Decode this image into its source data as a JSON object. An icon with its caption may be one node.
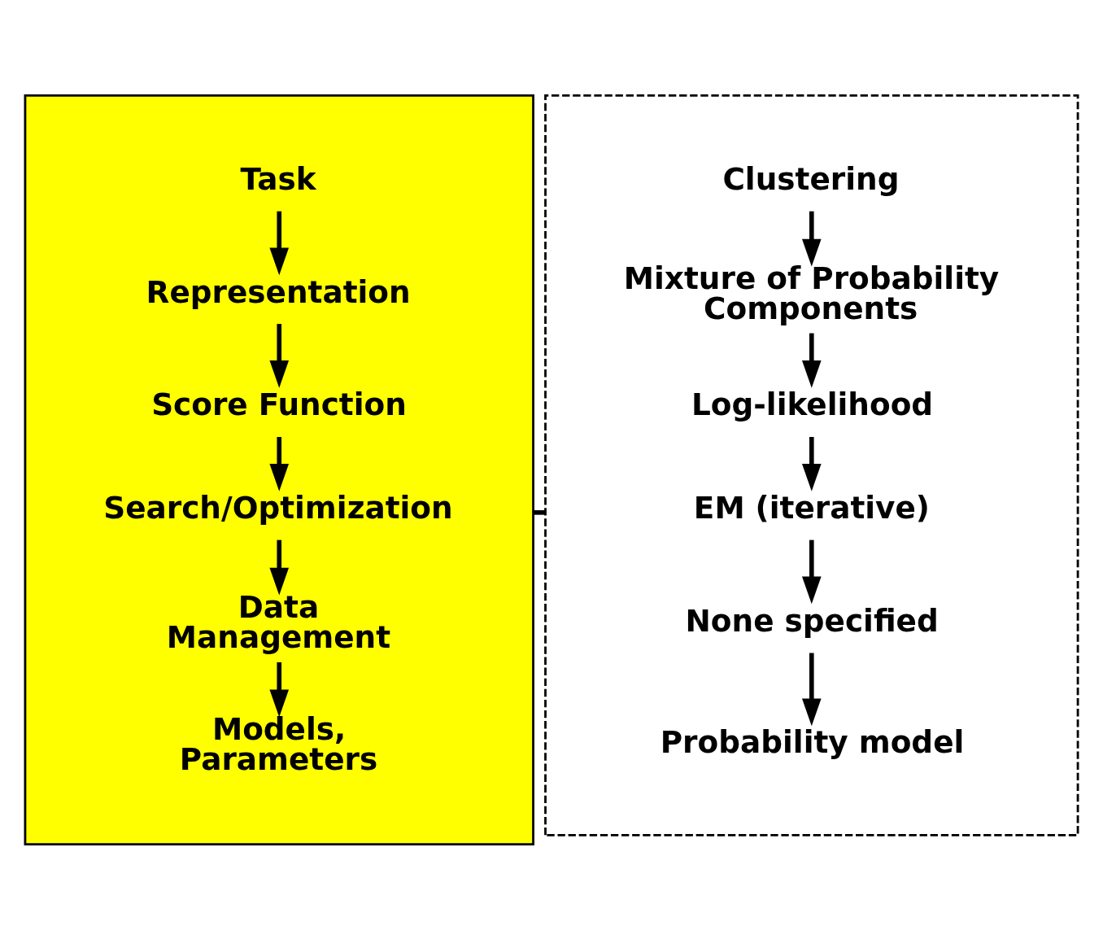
{
  "diagram": {
    "nodes": [
      {
        "text": [],
        "shape": "box"
      },
      {
        "text": [
          "Task"
        ],
        "in": 0
      },
      {
        "text": [
          "Representation"
        ],
        "in": 0
      },
      {
        "text": [
          "Score Function"
        ],
        "in": 0
      },
      {
        "text": [
          "Search/Optimization"
        ],
        "in": 0
      },
      {
        "text": [
          "Data Management"
        ],
        "in": 0
      },
      {
        "text": [
          "Models, Parameters"
        ],
        "in": 0
      },
      {
        "text": [],
        "shape": "box"
      },
      {
        "text": [
          "Clustering"
        ],
        "in": 7
      },
      {
        "text": [
          "Mixture of Probability Components"
        ],
        "in": 7
      },
      {
        "text": [
          "Log-likelihood"
        ],
        "in": 7
      },
      {
        "text": [
          "EM (iterative)"
        ],
        "in": 7
      },
      {
        "text": [
          "None specified"
        ],
        "in": 7
      },
      {
        "text": [
          "Probability model"
        ],
        "in": 7
      }
    ],
    "edges": [
      {
        "from": 1,
        "to": 2,
        "arrow": "to"
      },
      {
        "from": 2,
        "to": 3,
        "arrow": "to"
      },
      {
        "from": 3,
        "to": 4,
        "arrow": "to"
      },
      {
        "from": 4,
        "to": 5,
        "arrow": "to"
      },
      {
        "from": 5,
        "to": 6,
        "arrow": "to"
      },
      {
        "from": 8,
        "to": 9,
        "arrow": "to"
      },
      {
        "from": 9,
        "to": 10,
        "arrow": "to"
      },
      {
        "from": 10,
        "to": 11,
        "arrow": "to"
      },
      {
        "from": 11,
        "to": 12,
        "arrow": "to"
      },
      {
        "from": 12,
        "to": 13,
        "arrow": "to"
      },
      {
        "from": 0,
        "to": 7,
        "arrow": "none"
      }
    ]
  }
}
